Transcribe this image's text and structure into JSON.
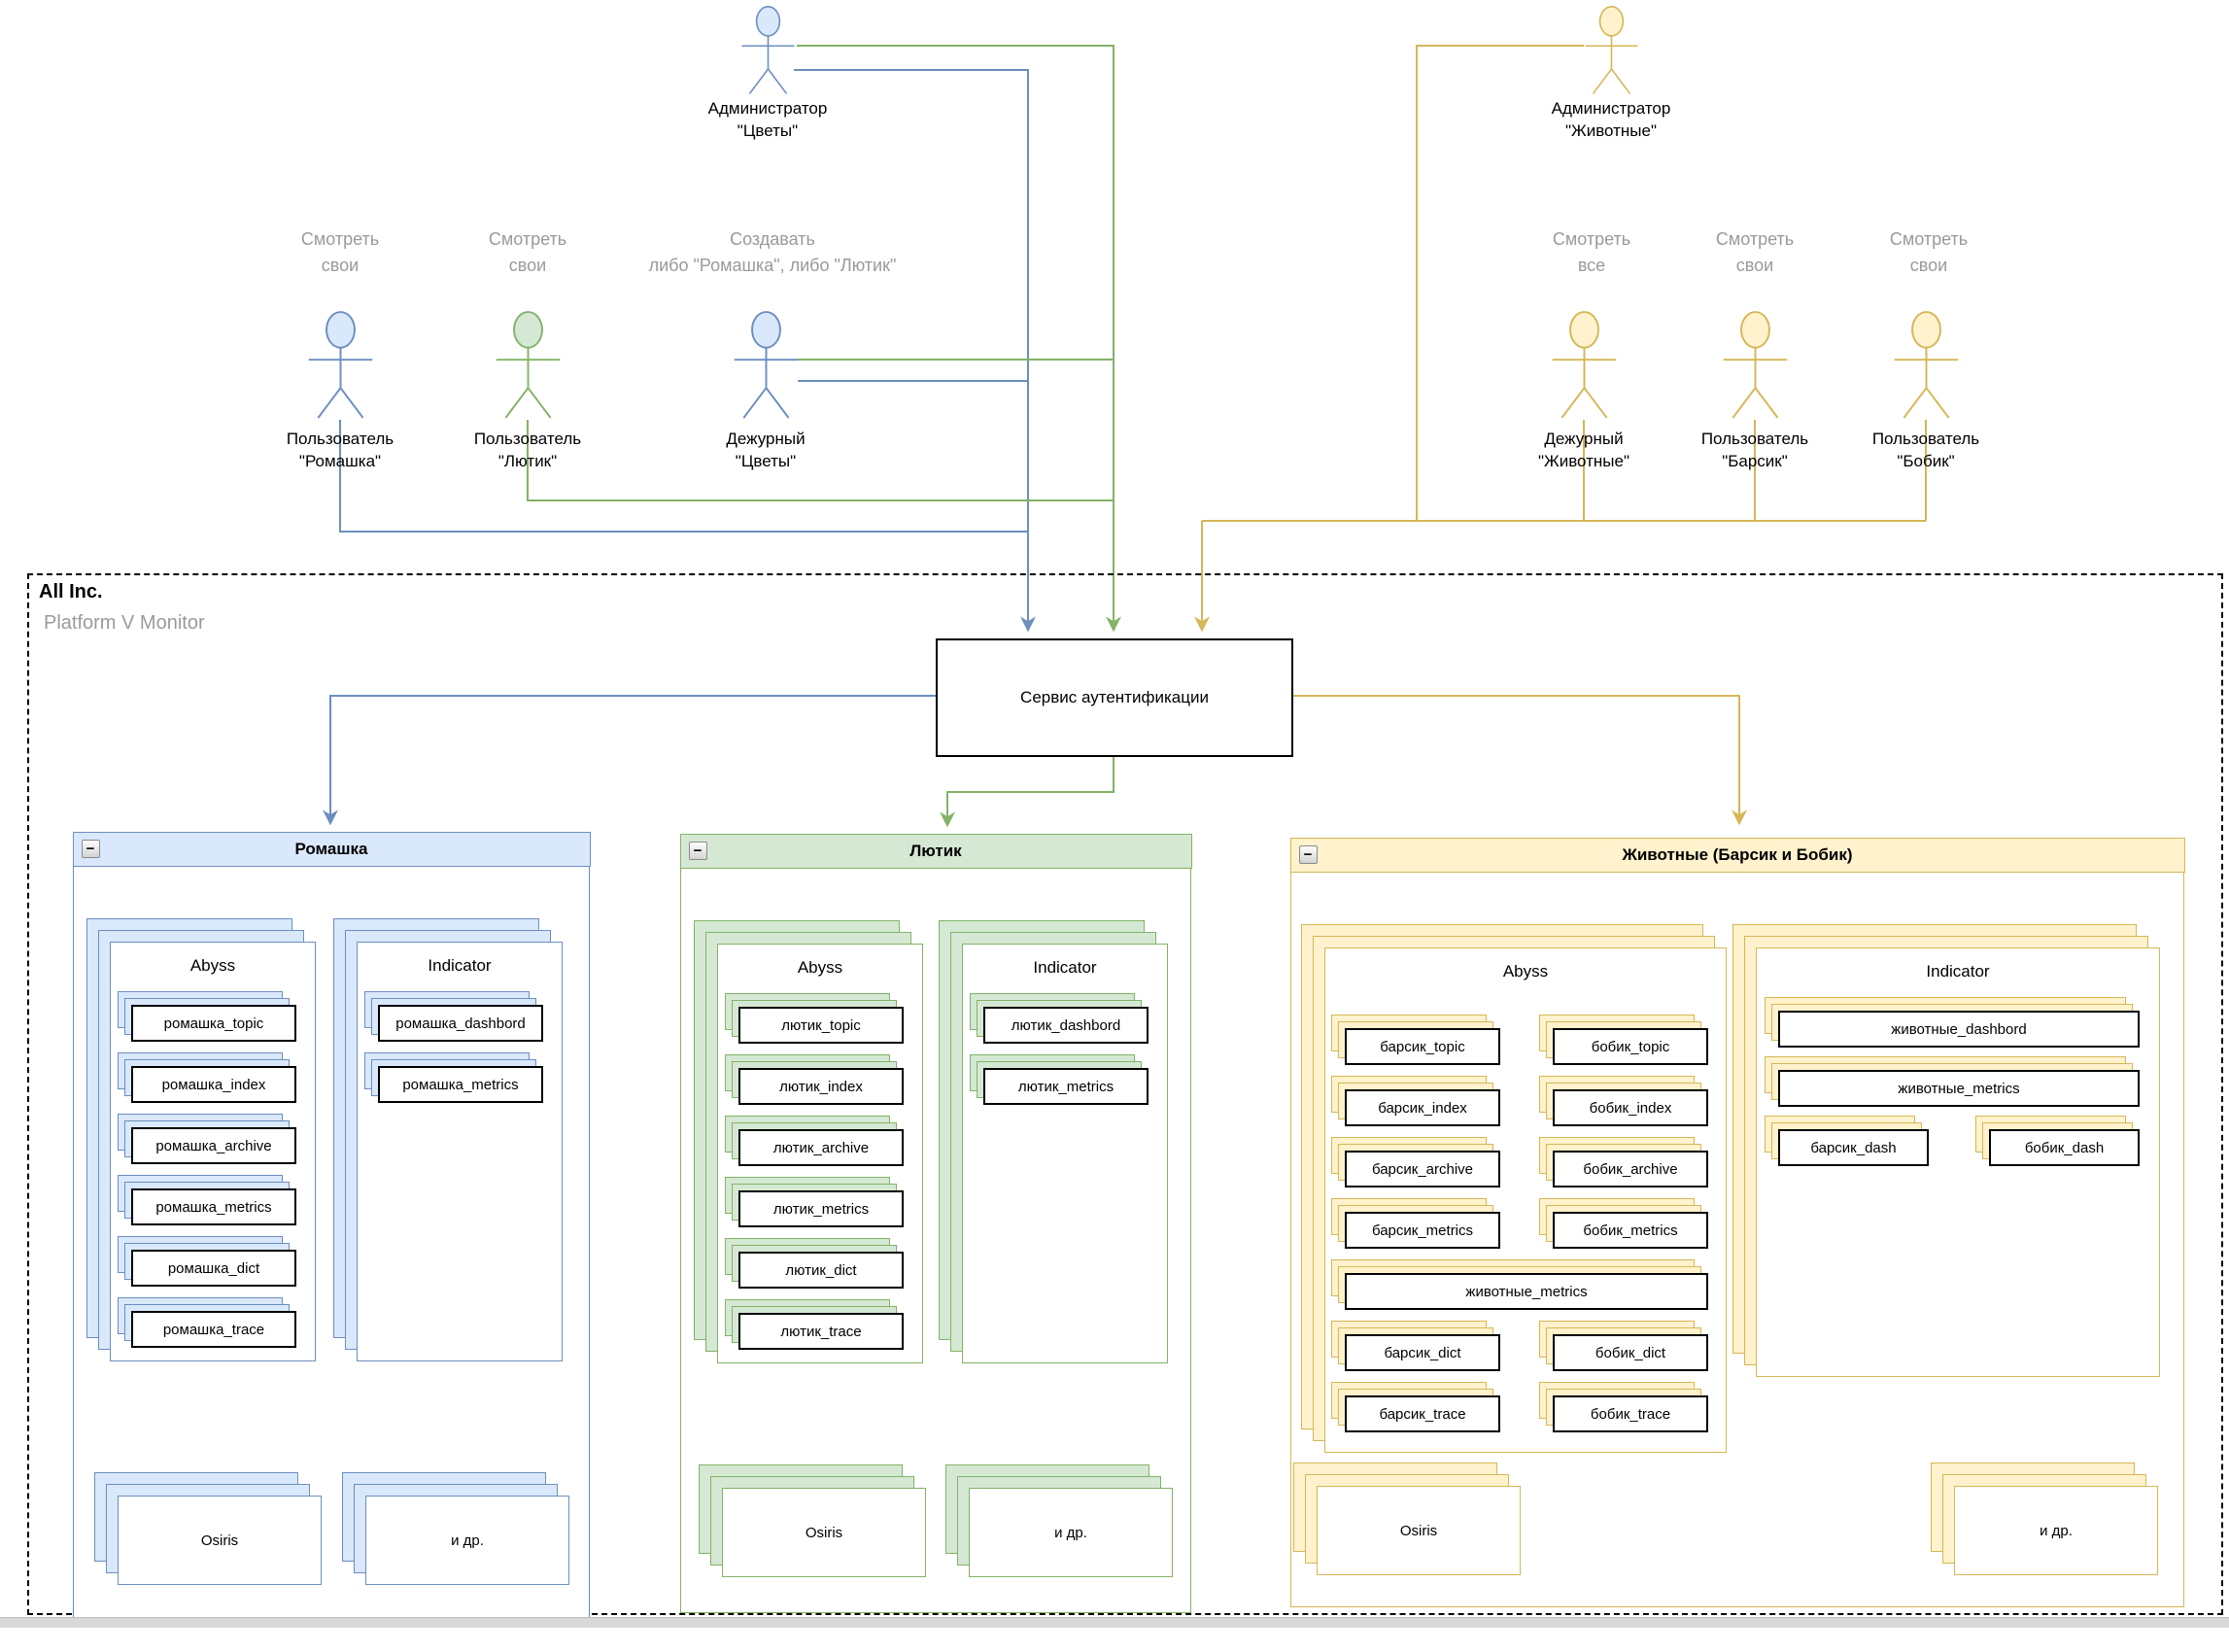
{
  "header": {
    "company": "All Inc.",
    "platform": "Platform V Monitor"
  },
  "auth_service": {
    "label": "Сервис аутентификации"
  },
  "collapse_glyph": "−",
  "colors": {
    "blue": "#6c8ebf",
    "blue_fill": "#dae8fc",
    "green": "#82b366",
    "green_fill": "#d5e8d4",
    "yellow": "#d6b656",
    "yellow_fill": "#fff2cc",
    "note_gray": "#9a9a9a",
    "box_border": "#000000"
  },
  "actors": [
    {
      "id": "admin-cvety",
      "theme": "blue",
      "lines": [
        "Администратор",
        "\"Цветы\""
      ]
    },
    {
      "id": "admin-zhivotnye",
      "theme": "yellow",
      "lines": [
        "Администратор",
        "\"Животные\""
      ]
    },
    {
      "id": "user-romashka",
      "theme": "blue",
      "lines": [
        "Пользователь",
        "\"Ромашка\""
      ]
    },
    {
      "id": "user-lyutik",
      "theme": "green",
      "lines": [
        "Пользователь",
        "\"Лютик\""
      ]
    },
    {
      "id": "dezhurny-cvety",
      "theme": "blue",
      "lines": [
        "Дежурный",
        "\"Цветы\""
      ]
    },
    {
      "id": "dezhurny-zhivotnye",
      "theme": "yellow",
      "lines": [
        "Дежурный",
        "\"Животные\""
      ]
    },
    {
      "id": "user-barsik",
      "theme": "yellow",
      "lines": [
        "Пользователь",
        "\"Барсик\""
      ]
    },
    {
      "id": "user-bobik",
      "theme": "yellow",
      "lines": [
        "Пользователь",
        "\"Бобик\""
      ]
    }
  ],
  "notes": [
    {
      "id": "n1",
      "lines": [
        "Смотреть",
        "свои"
      ]
    },
    {
      "id": "n2",
      "lines": [
        "Смотреть",
        "свои"
      ]
    },
    {
      "id": "n3",
      "lines": [
        "Создавать",
        "либо \"Ромашка\", либо \"Лютик\""
      ]
    },
    {
      "id": "n4",
      "lines": [
        "Смотреть",
        "все"
      ]
    },
    {
      "id": "n5",
      "lines": [
        "Смотреть",
        "свои"
      ]
    },
    {
      "id": "n6",
      "lines": [
        "Смотреть",
        "свои"
      ]
    }
  ],
  "containers": [
    {
      "id": "romashka",
      "title": "Ромашка",
      "theme": "blue",
      "groups": [
        {
          "title": "Abyss",
          "items": [
            {
              "label": "ромашка_topic"
            },
            {
              "label": "ромашка_index"
            },
            {
              "label": "ромашка_archive"
            },
            {
              "label": "ромашка_metrics"
            },
            {
              "label": "ромашка_dict"
            },
            {
              "label": "ромашка_trace"
            }
          ]
        },
        {
          "title": "Indicator",
          "items": [
            {
              "label": "ромашка_dashbord"
            },
            {
              "label": "ромашка_metrics"
            }
          ]
        }
      ],
      "footers": [
        {
          "label": "Osiris"
        },
        {
          "label": "и др."
        }
      ]
    },
    {
      "id": "lyutik",
      "title": "Лютик",
      "theme": "green",
      "groups": [
        {
          "title": "Abyss",
          "items": [
            {
              "label": "лютик_topic"
            },
            {
              "label": "лютик_index"
            },
            {
              "label": "лютик_archive"
            },
            {
              "label": "лютик_metrics"
            },
            {
              "label": "лютик_dict"
            },
            {
              "label": "лютик_trace"
            }
          ]
        },
        {
          "title": "Indicator",
          "items": [
            {
              "label": "лютик_dashbord"
            },
            {
              "label": "лютик_metrics"
            }
          ]
        }
      ],
      "footers": [
        {
          "label": "Osiris"
        },
        {
          "label": "и др."
        }
      ]
    },
    {
      "id": "zhivotnye",
      "title": "Животные (Барсик и Бобик)",
      "theme": "yellow",
      "groups": [
        {
          "title": "Abyss",
          "items": [
            {
              "label": "барсик_topic"
            },
            {
              "label": "бобик_topic"
            },
            {
              "label": "барсик_index"
            },
            {
              "label": "бобик_index"
            },
            {
              "label": "барсик_archive"
            },
            {
              "label": "бобик_archive"
            },
            {
              "label": "барсик_metrics"
            },
            {
              "label": "бобик_metrics"
            },
            {
              "label": "животные_metrics",
              "wide": true
            },
            {
              "label": "барсик_dict"
            },
            {
              "label": "бобик_dict"
            },
            {
              "label": "барсик_trace"
            },
            {
              "label": "бобик_trace"
            }
          ]
        },
        {
          "title": "Indicator",
          "items": [
            {
              "label": "животные_dashbord",
              "wide": true
            },
            {
              "label": "животные_metrics",
              "wide": true
            },
            {
              "label": "барсик_dash"
            },
            {
              "label": "бобик_dash"
            }
          ]
        }
      ],
      "footers": [
        {
          "label": "Osiris"
        },
        {
          "label": "и др."
        }
      ]
    }
  ]
}
